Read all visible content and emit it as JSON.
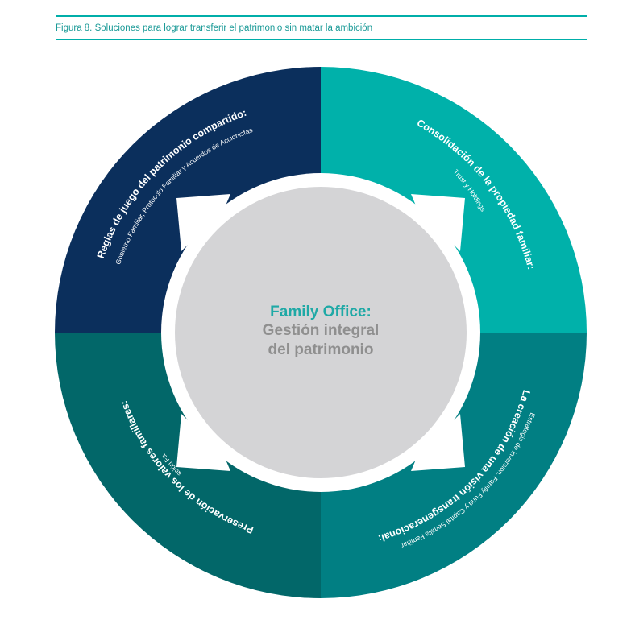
{
  "caption": "Figura 8. Soluciones para lograr transferir el patrimonio sin matar la ambición",
  "center": {
    "title": "Family Office:",
    "line2": "Gestión integral",
    "line3": "del patrimonio"
  },
  "quadrants": {
    "top_left": {
      "title": "Reglas de juego del patrimonio compartido:",
      "subtitle": "Gobierno Familiar, Protocolo Familiar y Acuerdos de Accionistas",
      "color": "#0b2f5c"
    },
    "top_right": {
      "title": "Consolidación de la propiedad familiar:",
      "subtitle": "Trust y Holdings",
      "color": "#00b1aa"
    },
    "bottom_left": {
      "title": "Preservación de los valores familiares:",
      "subtitle": "Fundación Familiar",
      "color": "#026769"
    },
    "bottom_right": {
      "title": "La creación de una visión transgeneracional:",
      "subtitle": "Estrategia de inversión, Family Fund y Capital Semilla Familiar",
      "color": "#017f83"
    }
  },
  "colors": {
    "accent": "#00aea9",
    "center_disc": "#d4d4d6",
    "ring_gap": "#ffffff",
    "arrow": "#ffffff"
  }
}
